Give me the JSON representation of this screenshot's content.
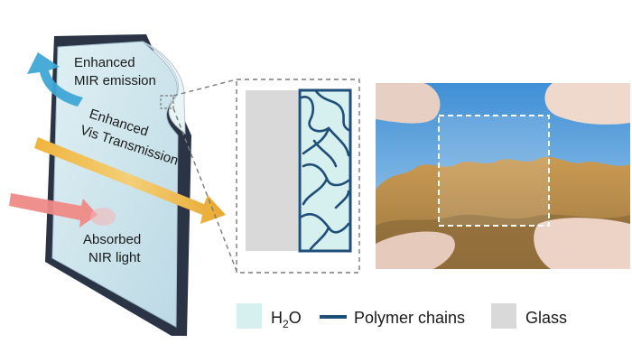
{
  "window_labels": {
    "mir_line1": "Enhanced",
    "mir_line2": "MIR emission",
    "vis_line1": "Enhanced",
    "vis_line2": "Vis Transmission",
    "nir_line1": "Absorbed",
    "nir_line2": "NIR light"
  },
  "legend": {
    "h2o_main": "H",
    "h2o_sub": "2",
    "h2o_tail": "O",
    "polymer": "Polymer chains",
    "glass": "Glass"
  },
  "colors": {
    "frame": "#2b3444",
    "pane": "#cfe6ee",
    "mir_arrow": "#3fa7d6",
    "vis_arrow": "#e8b23a",
    "nir_arrow": "#ef8a86",
    "polymer": "#1f4e79",
    "glass": "#d9d9d9",
    "h2o": "#d6efef",
    "dash": "#7a7a7a"
  }
}
